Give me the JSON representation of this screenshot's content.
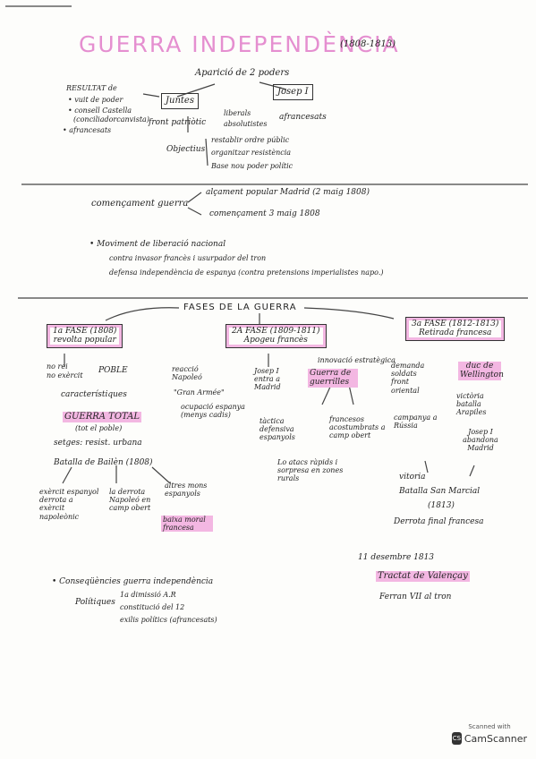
{
  "page_title": "GUERRA INDEPENDÈNCIA",
  "dates": "(1808-1813)",
  "aparicio": "Aparició de 2 poders",
  "resultat": "RESULTAT de",
  "res_items": [
    "• vuit de poder",
    "• consell Castella",
    "(conciliadorcanvista)",
    "• afrancesats"
  ],
  "juntes": "Juntes",
  "josep": "Josep I",
  "front": "front patriòtic",
  "liberals": "liberals",
  "absolutistes": "absolutistes",
  "afrancesats2": "afrancesats",
  "objectius": "Objectius",
  "obj_items": [
    "restablir ordre públic",
    "organitzar resistència",
    "Base nou poder polític"
  ],
  "comencament": "començament guerra",
  "alcament": "alçament popular Madrid (2 maig 1808)",
  "comencament2": "començament 3 maig 1808",
  "moviment": "• Moviment de liberació nacional",
  "mov1": "contra invasor francès i usurpador del tron",
  "mov2": "defensa independència de espanya (contra pretensions imperialistes napo.)",
  "fases": "FASES DE LA GUERRA",
  "fase1": {
    "t": "1a FASE (1808)",
    "s": "revolta popular"
  },
  "fase2": {
    "t": "2A FASE (1809-1811)",
    "s": "Apogeu francès"
  },
  "fase3": {
    "t": "3a FASE (1812-1813)",
    "s": "Retirada francesa"
  },
  "f1": [
    "no rei",
    "no exèrcit",
    "POBLE",
    "característiques",
    "GUERRA TOTAL",
    "(tot el poble)",
    "setges: resist. urbana",
    "Batalla de Bailèn (1808)"
  ],
  "f1b": [
    "exèrcit espanyol derrota a exèrcit napoleònic",
    "la derrota Napoleó en camp obert",
    "altres mons espanyols",
    "baixa moral francesa"
  ],
  "f2": [
    "reacció Napoleó",
    "\"Gran Armée\"",
    "ocupació espanya (menys cadis)",
    "Josep I entra a Madrid",
    "innovació estratègica",
    "Guerra de guerrilles",
    "tàctica defensiva espanyols",
    "francesos acostumbrats a camp obert",
    "Lo atacs ràpids i sorpresa en zones rurals"
  ],
  "f3": [
    "demanda soldats front oriental",
    "campanya a Rússia",
    "duc de Wellington",
    "victòria batalla Arapiles",
    "Josep I abandona Madrid",
    "vitoria",
    "Batalla San Marcial",
    "(1813)",
    "Derrota final francesa"
  ],
  "dec": "11 desembre 1813",
  "tractat": "Tractat de Valençay",
  "ferran": "Ferran VII al tron",
  "consequencies": "• Conseqüències guerra independència",
  "politiques": "Polítiques",
  "pol_items": [
    "1a dimissió A.R",
    "constitució del 12",
    "exilis polítics (afrancesats)"
  ],
  "scanned": "Scanned with",
  "camscanner": "CamScanner"
}
